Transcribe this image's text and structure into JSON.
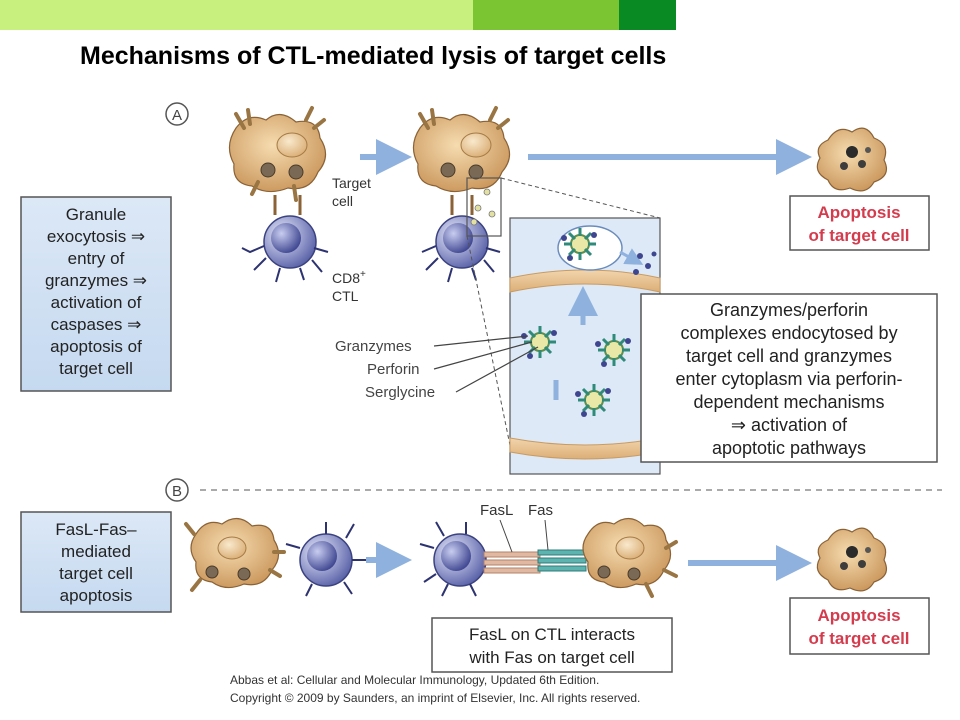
{
  "slide": {
    "title": "Mechanisms of CTL-mediated lysis of target cells",
    "colors": {
      "bar_light": "#c8f07e",
      "bar_mid": "#7cc532",
      "bar_dark": "#0a8a23"
    }
  },
  "panel_a": {
    "marker": "A",
    "summary_lines": [
      "Granule",
      "exocytosis ⇒",
      "entry of",
      "granzymes ⇒",
      "activation of",
      "caspases ⇒",
      "apoptosis of",
      "target cell"
    ],
    "target_cell_lines": [
      "Target",
      "cell"
    ],
    "ctl_line1": "CD8",
    "ctl_sup": "+",
    "ctl_line2": "CTL",
    "granzymes_label": "Granzymes",
    "perforin_label": "Perforin",
    "serglycine_label": "Serglycine",
    "outcome_lines": [
      "Apoptosis",
      "of target cell"
    ],
    "description_lines": [
      "Granzymes/perforin",
      "complexes endocytosed by",
      "target cell and granzymes",
      "enter cytoplasm via perforin-",
      "dependent mechanisms",
      "⇒ activation of",
      "apoptotic pathways"
    ]
  },
  "panel_b": {
    "marker": "B",
    "summary_lines": [
      "FasL-Fas–",
      "mediated",
      "target cell",
      "apoptosis"
    ],
    "fasl_label": "FasL",
    "fas_label": "Fas",
    "outcome_lines": [
      "Apoptosis",
      "of target cell"
    ],
    "caption_lines": [
      "FasL on CTL interacts",
      "with Fas on target cell"
    ]
  },
  "citation": {
    "line1": "Abbas et al: Cellular and Molecular Immunology, Updated 6th Edition.",
    "line2": "Copyright © 2009 by Saunders, an imprint of Elsevier, Inc. All rights reserved."
  }
}
